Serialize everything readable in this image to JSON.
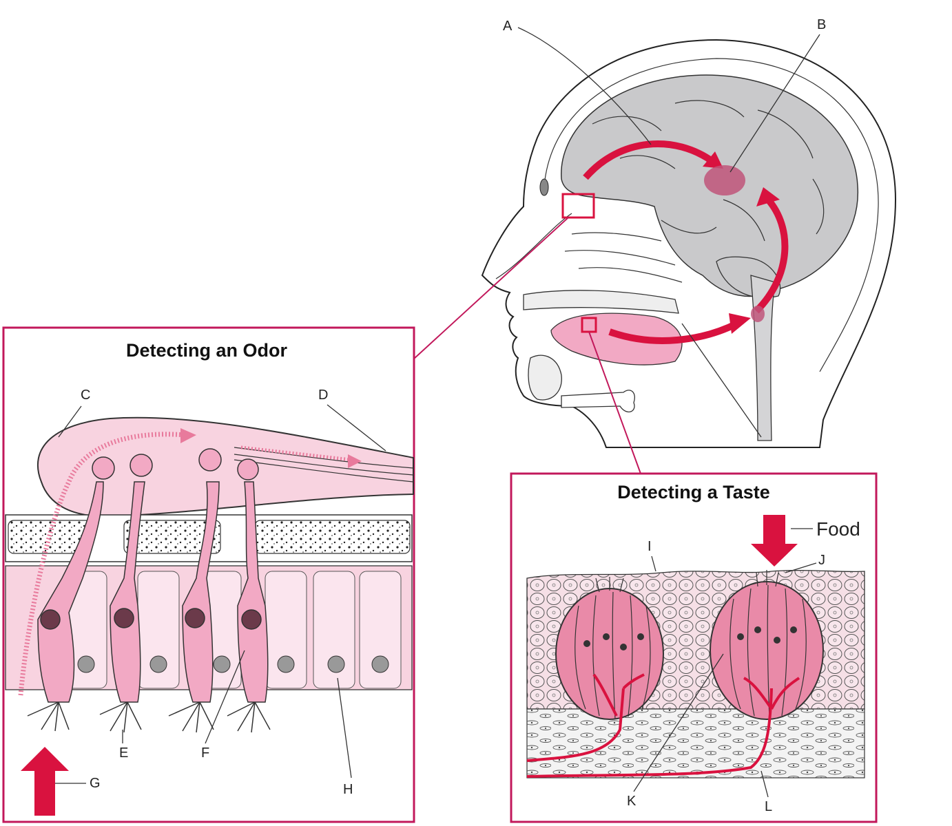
{
  "panels": {
    "odor_title": "Detecting an Odor",
    "taste_title": "Detecting a Taste"
  },
  "labels": {
    "a": "A",
    "b": "B",
    "c": "C",
    "d": "D",
    "e": "E",
    "f": "F",
    "g": "G",
    "h": "H",
    "i": "I",
    "j": "J",
    "k": "K",
    "l": "L",
    "food": "Food"
  },
  "colors": {
    "accent": "#d9123f",
    "pink": "#f2a9c4",
    "light_pink": "#f8d3e0",
    "brain_gray": "#c9c9cb",
    "panel_border": "#c2185b"
  }
}
